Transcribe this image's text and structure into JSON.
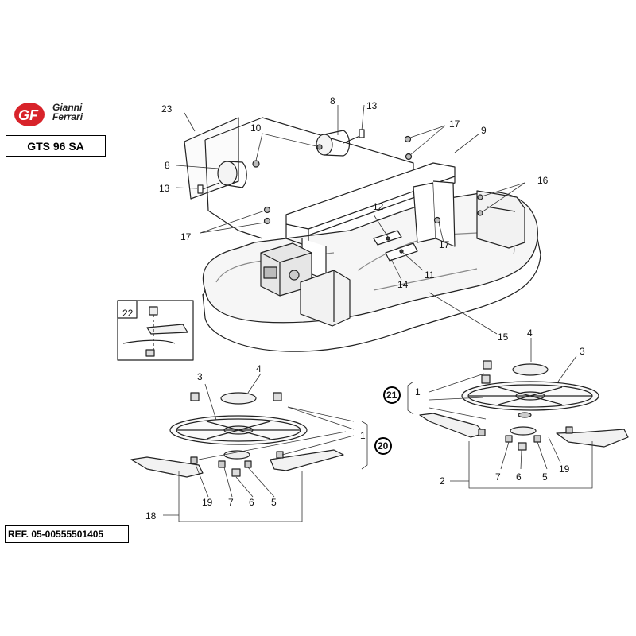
{
  "brand": {
    "name_line1": "Gianni",
    "name_line2": "Ferrari",
    "logo_letters": "GF",
    "logo_color": "#d8232a"
  },
  "model": "GTS 96 SA",
  "reference": "REF. 05-00555501405",
  "callouts": {
    "c1_top": "1",
    "c1_left": "1",
    "c2": "2",
    "c3_right": "3",
    "c3_left": "3",
    "c4_right": "4",
    "c4_left": "4",
    "c5_left": "5",
    "c5_right": "5",
    "c6_left": "6",
    "c6_right": "6",
    "c7_left": "7",
    "c7_right": "7",
    "c8_top": "8",
    "c8_left": "8",
    "c9": "9",
    "c10": "10",
    "c11": "11",
    "c12": "12",
    "c13_top": "13",
    "c13_left": "13",
    "c14": "14",
    "c15": "15",
    "c16": "16",
    "c17_top": "17",
    "c17_left": "17",
    "c17_mid": "17",
    "c18": "18",
    "c19_left": "19",
    "c19_right": "19",
    "c20": "20",
    "c21": "21",
    "c22": "22",
    "c23": "23"
  }
}
